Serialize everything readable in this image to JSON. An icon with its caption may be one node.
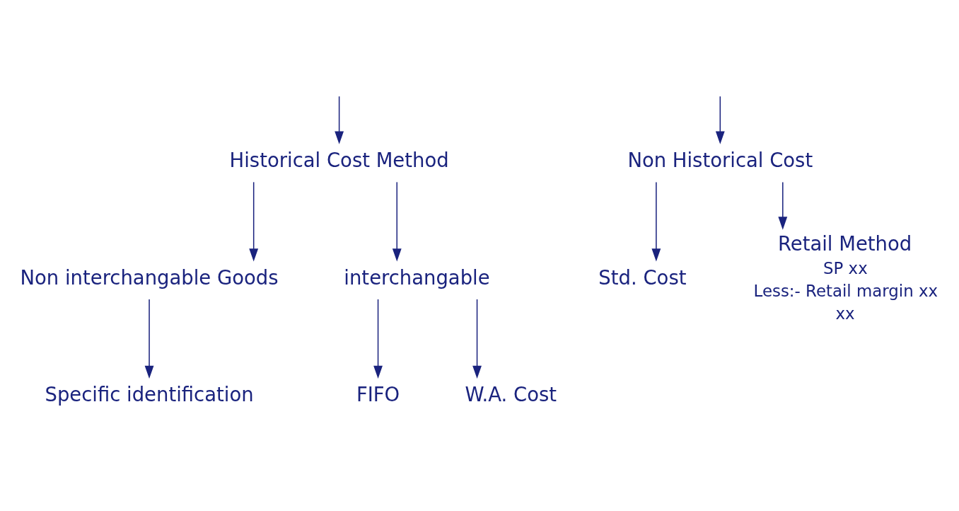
{
  "diagram": {
    "nodes": [
      {
        "text": [
          "Historical Cost Method"
        ]
      },
      {
        "text": [
          "Non Historical Cost"
        ]
      },
      {
        "text": [
          "Std. Cost"
        ]
      },
      {
        "text": [
          "Retail Method"
        ],
        "beside": [
          "SP xx",
          "Less:- Retail margin xx",
          "xx"
        ]
      },
      {
        "text": [
          "Non interchangable Goods"
        ]
      },
      {
        "text": [
          "interchangable"
        ]
      },
      {
        "text": [
          "Specific identification"
        ]
      },
      {
        "text": [
          "FIFO"
        ]
      },
      {
        "text": [
          "W.A. Cost"
        ]
      }
    ],
    "edges": [
      {
        "from": null,
        "to": 0,
        "arrow": "to"
      },
      {
        "from": null,
        "to": 1,
        "arrow": "to"
      },
      {
        "from": 1,
        "to": 2,
        "arrow": "to"
      },
      {
        "from": 1,
        "to": 3,
        "arrow": "to"
      },
      {
        "from": 0,
        "to": 4,
        "arrow": "to"
      },
      {
        "from": 0,
        "to": 5,
        "arrow": "to"
      },
      {
        "from": 4,
        "to": 6,
        "arrow": "to"
      },
      {
        "from": 5,
        "to": 7,
        "arrow": "to"
      },
      {
        "from": 5,
        "to": 8,
        "arrow": "to"
      }
    ]
  }
}
